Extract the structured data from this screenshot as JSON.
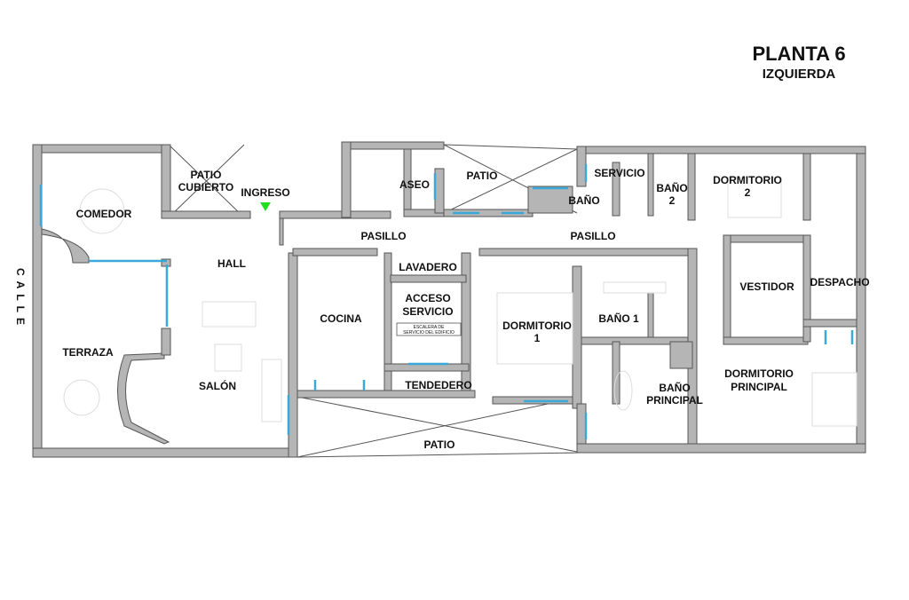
{
  "title": {
    "line1": "PLANTA 6",
    "line2": "IZQUIERDA"
  },
  "street": "CALLE",
  "entrance": "INGRESO",
  "rooms": {
    "comedor": "COMEDOR",
    "patio_cubierto_1": "PATIO",
    "patio_cubierto_2": "CUBIERTO",
    "hall": "HALL",
    "terraza": "TERRAZA",
    "salon": "SALÓN",
    "aseo": "ASEO",
    "patio_top": "PATIO",
    "pasillo_left": "PASILLO",
    "pasillo_right": "PASILLO",
    "lavadero": "LAVADERO",
    "acceso_1": "ACCESO",
    "acceso_2": "SERVICIO",
    "escalera_1": "ESCALERA DE",
    "escalera_2": "SERVICIO DEL EDIFICIO",
    "cocina": "COCINA",
    "tendedero": "TENDEDERO",
    "patio_bottom": "PATIO",
    "servicio": "SERVICIO",
    "bano_servicio": "BAÑO",
    "bano2_1": "BAÑO",
    "bano2_2": "2",
    "dormitorio2_1": "DORMITORIO",
    "dormitorio2_2": "2",
    "dormitorio1_1": "DORMITORIO",
    "dormitorio1_2": "1",
    "bano1": "BAÑO 1",
    "vestidor": "VESTIDOR",
    "despacho": "DESPACHO",
    "bano_principal_1": "BAÑO",
    "bano_principal_2": "PRINCIPAL",
    "dormitorio_principal_1": "DORMITORIO",
    "dormitorio_principal_2": "PRINCIPAL"
  },
  "colors": {
    "wall": "#b5b5b5",
    "window": "#3aa8d8",
    "entrance_marker": "#22dd22"
  }
}
